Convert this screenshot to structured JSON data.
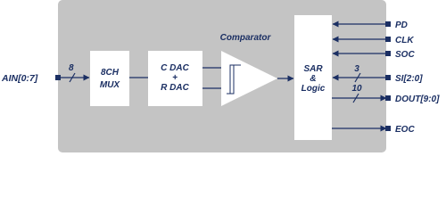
{
  "blocks": {
    "mux": {
      "line1": "8CH",
      "line2": "MUX"
    },
    "dac": {
      "line1": "C DAC",
      "line2": "+",
      "line3": "R DAC"
    },
    "comparator": {
      "label": "Comparator"
    },
    "sar": {
      "line1": "SAR",
      "line2": "&",
      "line3": "Logic"
    }
  },
  "signals": {
    "ain": "AIN[0:7]",
    "ain_width": "8",
    "pd": "PD",
    "clk": "CLK",
    "soc": "SOC",
    "si": "SI[2:0]",
    "si_width": "3",
    "dout": "DOUT[9:0]",
    "dout_width": "10",
    "eoc": "EOC"
  },
  "colors": {
    "background": "#c4c4c4",
    "wire": "#1b2f63",
    "block": "#ffffff"
  }
}
